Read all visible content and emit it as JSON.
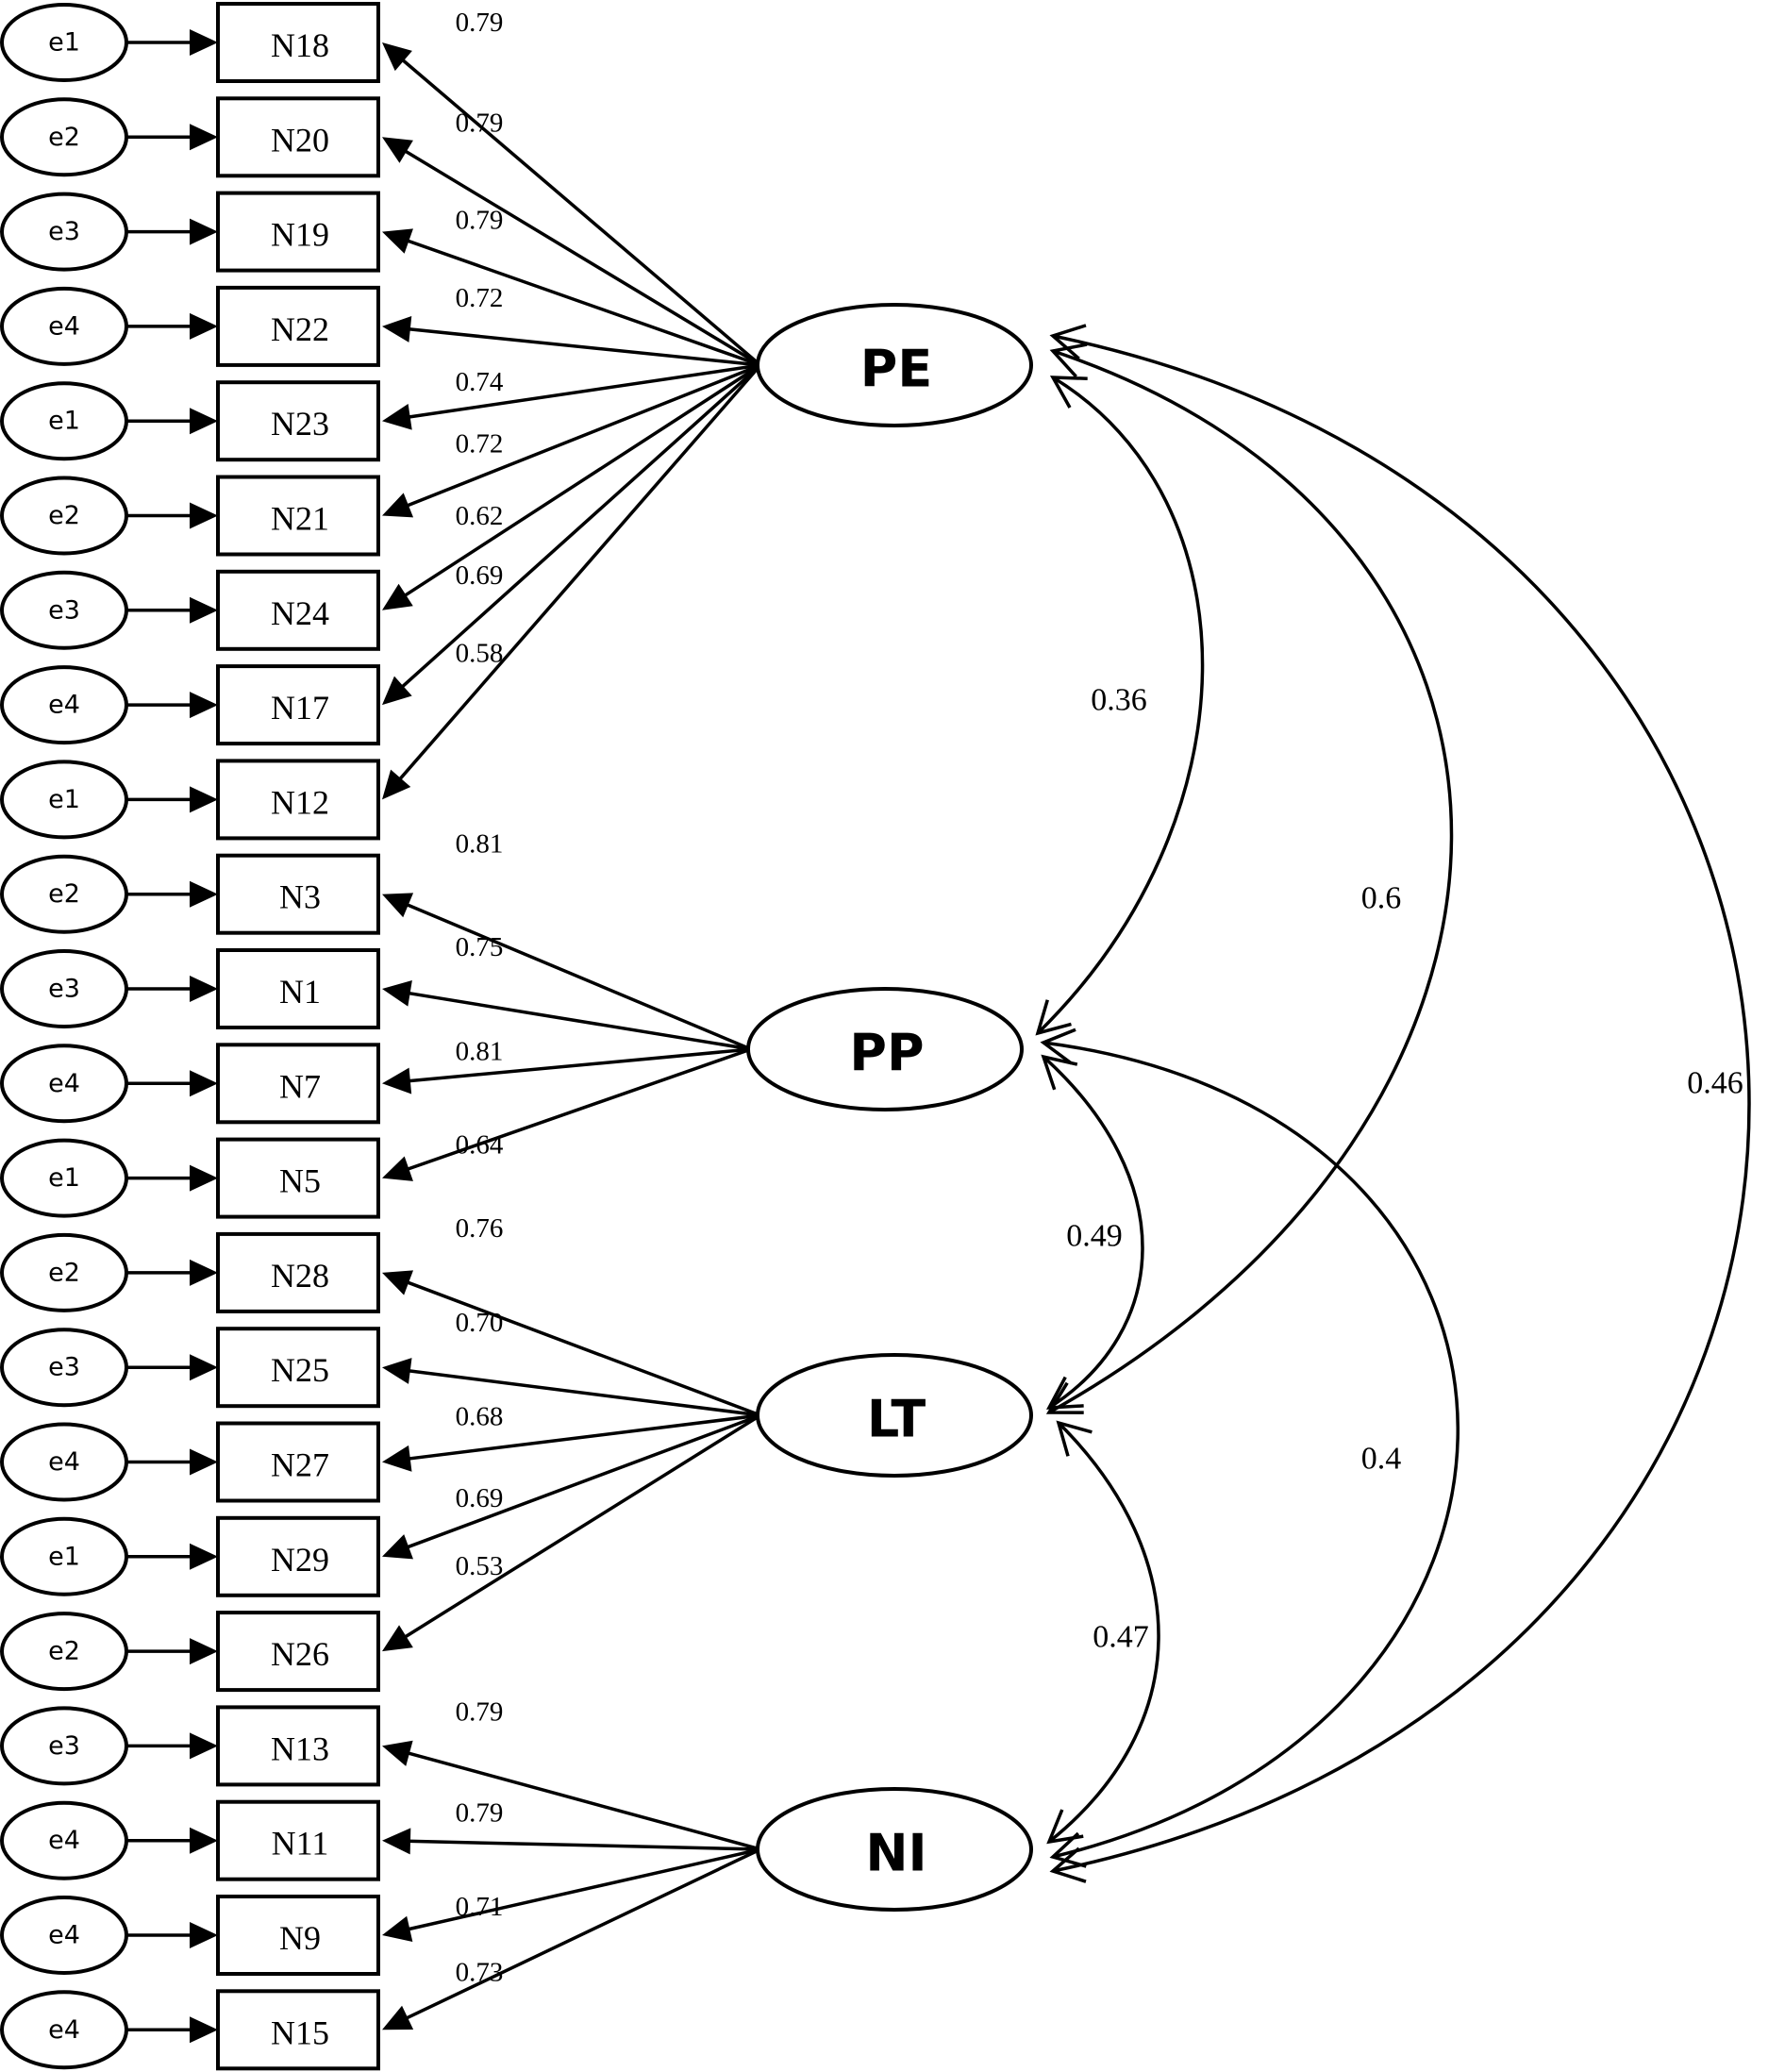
{
  "factors": [
    {
      "id": "PE",
      "label": "PE"
    },
    {
      "id": "PP",
      "label": "PP"
    },
    {
      "id": "LT",
      "label": "LT"
    },
    {
      "id": "NI",
      "label": "NI"
    }
  ],
  "indicators": [
    {
      "label": "N18",
      "error": "e1",
      "factor": "PE",
      "loading": "0.79"
    },
    {
      "label": "N20",
      "error": "e2",
      "factor": "PE",
      "loading": "0.79"
    },
    {
      "label": "N19",
      "error": "e3",
      "factor": "PE",
      "loading": "0.79"
    },
    {
      "label": "N22",
      "error": "e4",
      "factor": "PE",
      "loading": "0.72"
    },
    {
      "label": "N23",
      "error": "e1",
      "factor": "PE",
      "loading": "0.74"
    },
    {
      "label": "N21",
      "error": "e2",
      "factor": "PE",
      "loading": "0.72"
    },
    {
      "label": "N24",
      "error": "e3",
      "factor": "PE",
      "loading": "0.62"
    },
    {
      "label": "N17",
      "error": "e4",
      "factor": "PE",
      "loading": "0.69"
    },
    {
      "label": "N12",
      "error": "e1",
      "factor": "PE",
      "loading": "0.58"
    },
    {
      "label": "N3",
      "error": "e2",
      "factor": "PP",
      "loading": "0.81"
    },
    {
      "label": "N1",
      "error": "e3",
      "factor": "PP",
      "loading": "0.75"
    },
    {
      "label": "N7",
      "error": "e4",
      "factor": "PP",
      "loading": "0.81"
    },
    {
      "label": "N5",
      "error": "e1",
      "factor": "PP",
      "loading": "0.64"
    },
    {
      "label": "N28",
      "error": "e2",
      "factor": "LT",
      "loading": "0.76"
    },
    {
      "label": "N25",
      "error": "e3",
      "factor": "LT",
      "loading": "0.70"
    },
    {
      "label": "N27",
      "error": "e4",
      "factor": "LT",
      "loading": "0.68"
    },
    {
      "label": "N29",
      "error": "e1",
      "factor": "LT",
      "loading": "0.69"
    },
    {
      "label": "N26",
      "error": "e2",
      "factor": "LT",
      "loading": "0.53"
    },
    {
      "label": "N13",
      "error": "e3",
      "factor": "NI",
      "loading": "0.79"
    },
    {
      "label": "N11",
      "error": "e4",
      "factor": "NI",
      "loading": "0.79"
    },
    {
      "label": "N9",
      "error": "e4",
      "factor": "NI",
      "loading": "0.71"
    },
    {
      "label": "N15",
      "error": "e4",
      "factor": "NI",
      "loading": "0.73"
    }
  ],
  "covariances": [
    {
      "from": "PE",
      "to": "PP",
      "value": "0.36"
    },
    {
      "from": "PE",
      "to": "LT",
      "value": "0.6"
    },
    {
      "from": "PE",
      "to": "NI",
      "value": "0.46"
    },
    {
      "from": "PP",
      "to": "LT",
      "value": "0.49"
    },
    {
      "from": "PP",
      "to": "NI",
      "value": "0.4"
    },
    {
      "from": "LT",
      "to": "NI",
      "value": "0.47"
    }
  ]
}
